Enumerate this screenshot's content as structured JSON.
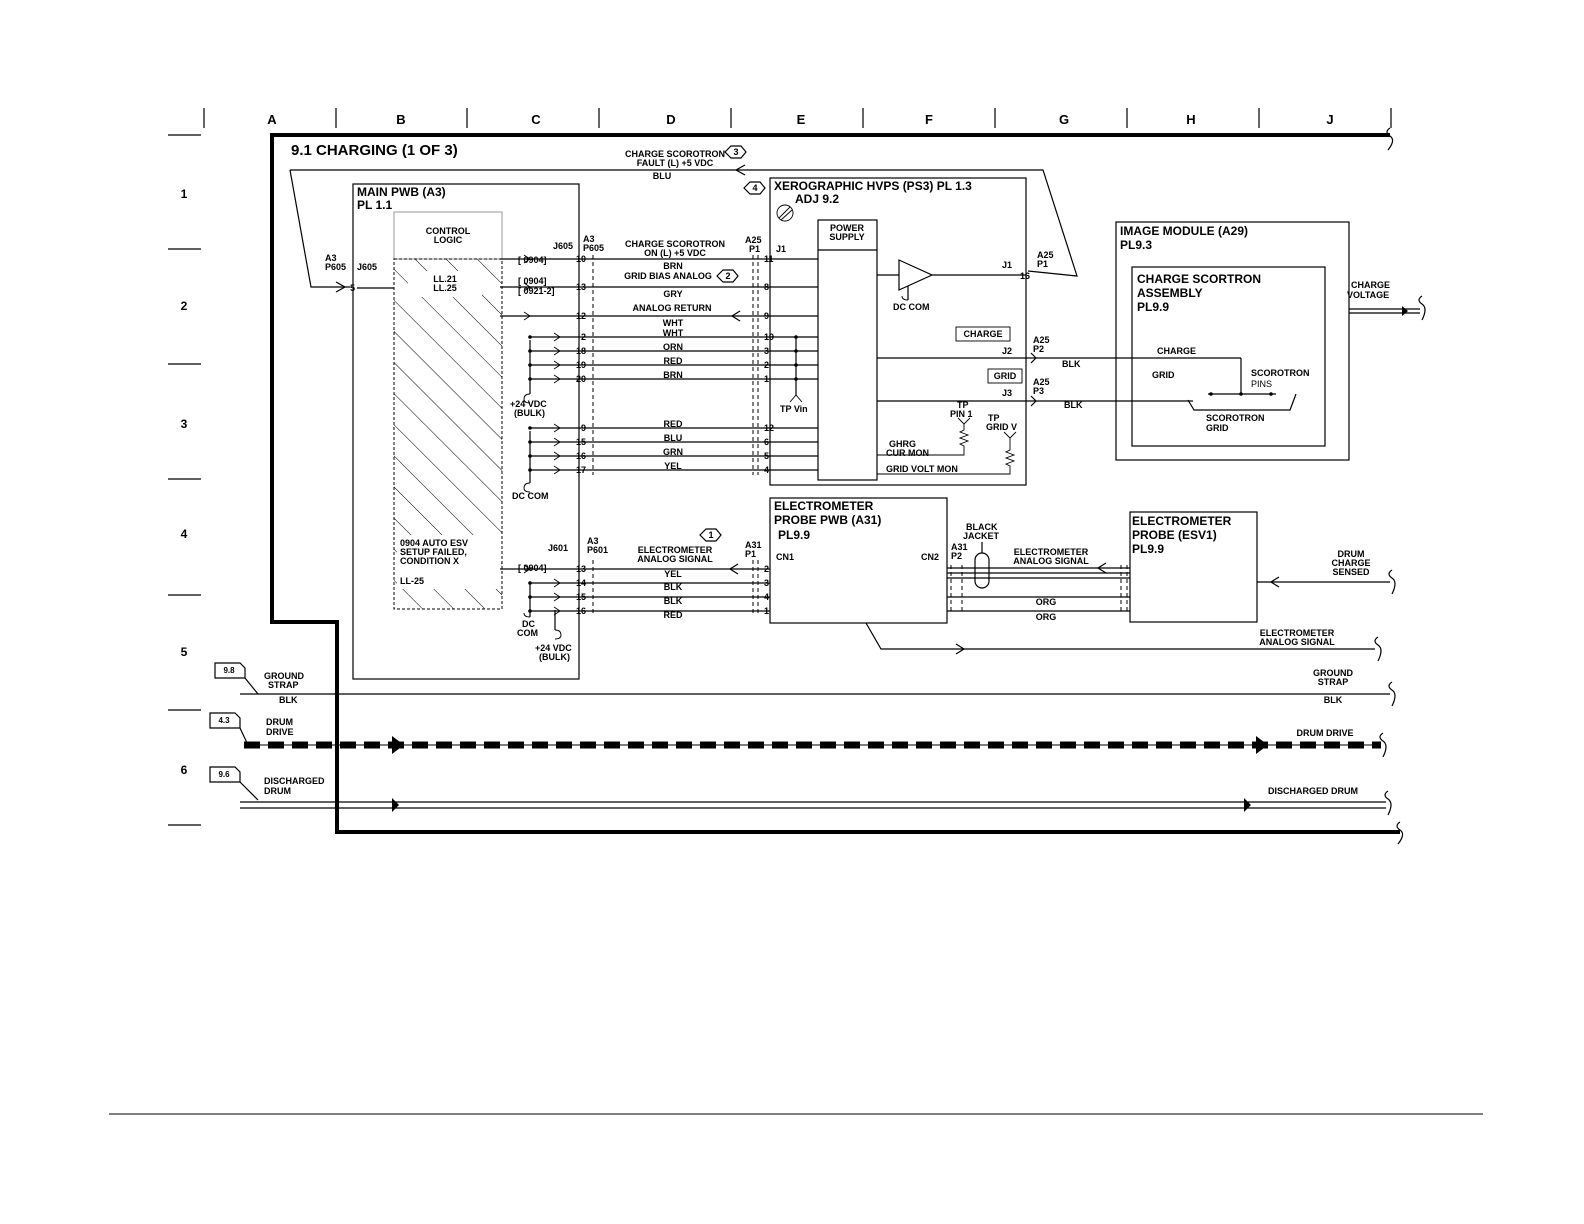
{
  "grid": {
    "columns": [
      "A",
      "B",
      "C",
      "D",
      "E",
      "F",
      "G",
      "H",
      "J"
    ],
    "rows": [
      "1",
      "2",
      "3",
      "4",
      "5",
      "6"
    ]
  },
  "title": "9.1 CHARGING (1 OF 3)",
  "top_signal": {
    "line1": "CHARGE SCOROTRON",
    "line2": "FAULT (L) +5 VDC",
    "color": "BLU",
    "flag3": "3",
    "flag4": "4"
  },
  "main_pwb": {
    "title": "MAIN PWB (A3)",
    "pl": "PL 1.1",
    "control_logic_1": "CONTROL",
    "control_logic_2": "LOGIC",
    "ll_1": "LL.21",
    "ll_2": "LL.25",
    "fault_1": "0904 AUTO ESV",
    "fault_2": "SETUP FAILED,",
    "fault_3": "CONDITION X",
    "fault_4": "LL-25",
    "a3": "A3",
    "p605": "P605",
    "j605": "J605",
    "pin5": "5"
  },
  "connector_a": {
    "j605": "J605",
    "a3": "A3",
    "p605": "P605",
    "ref_0904_a": "[ 0904]",
    "ref_0904_b": "[ 0904]",
    "ref_0921": "[ 0921-2]",
    "pins": [
      "10",
      "13",
      "12",
      "2",
      "18",
      "19",
      "20",
      "9",
      "15",
      "16",
      "17"
    ]
  },
  "wires_a": [
    {
      "label": "CHARGE SCOROTRON",
      "label2": "ON (L) +5 VDC",
      "color": "BRN"
    },
    {
      "label": "GRID BIAS ANALOG",
      "color": "GRY",
      "flag": "2"
    },
    {
      "label": "ANALOG RETURN",
      "color": "WHT"
    },
    {
      "color": "WHT"
    },
    {
      "color": "ORN"
    },
    {
      "color": "RED"
    },
    {
      "color": "BRN"
    },
    {
      "color": "RED"
    },
    {
      "color": "BLU"
    },
    {
      "color": "GRN"
    },
    {
      "color": "YEL"
    }
  ],
  "supply_24v_a": {
    "line1": "+24 VDC",
    "line2": "(BULK)"
  },
  "dc_com_a": "DC COM",
  "hvps": {
    "title": "XEROGRAPHIC HVPS (PS3) PL 1.3",
    "adj": "ADJ 9.2",
    "a25": "A25",
    "p1": "P1",
    "j1": "J1",
    "pins": [
      "11",
      "8",
      "9",
      "19",
      "3",
      "2",
      "1",
      "12",
      "6",
      "5",
      "4"
    ],
    "power_supply_1": "POWER",
    "power_supply_2": "SUPPLY",
    "dc_com": "DC COM",
    "tp_vin": "TP Vin",
    "charge": "CHARGE",
    "grid": "GRID",
    "j2": "J2",
    "j3": "J3",
    "j1_out": "J1",
    "pin16": "16",
    "a25_p1_out": "A25",
    "p1_out": "P1",
    "a25_p2": "A25",
    "p2": "P2",
    "a25_p3": "A25",
    "p3": "P3",
    "tp_pin1_1": "TP",
    "tp_pin1_2": "PIN 1",
    "tp_grid_1": "TP",
    "tp_grid_2": "GRID V",
    "ghrg_1": "GHRG",
    "ghrg_2": "CUR MON",
    "grid_volt": "GRID VOLT MON",
    "blk_1": "BLK",
    "blk_2": "BLK"
  },
  "image_module": {
    "title": "IMAGE MODULE (A29)",
    "pl": "PL9.3",
    "sub_title_1": "CHARGE SCORTRON",
    "sub_title_2": "ASSEMBLY",
    "sub_pl": "PL9.9",
    "charge": "CHARGE",
    "grid": "GRID",
    "scorotron": "SCOROTRON",
    "pins": "PINS",
    "scor_grid_1": "SCOROTRON",
    "scor_grid_2": "GRID",
    "out_1": "CHARGE",
    "out_2": "VOLTAGE"
  },
  "connector_b": {
    "j601": "J601",
    "a3": "A3",
    "p601": "P601",
    "ref": "[ 0904]",
    "pins": [
      "13",
      "14",
      "15",
      "16"
    ]
  },
  "wires_b": [
    {
      "label": "ELECTROMETER",
      "label2": "ANALOG SIGNAL",
      "color": "YEL",
      "flag": "1"
    },
    {
      "color": "BLK"
    },
    {
      "color": "BLK"
    },
    {
      "color": "RED"
    }
  ],
  "dc_com_b_1": "DC",
  "dc_com_b_2": "COM",
  "supply_24v_b": {
    "line1": "+24 VDC",
    "line2": "(BULK)"
  },
  "probe_pwb": {
    "title_1": "ELECTROMETER",
    "title_2": "PROBE PWB (A31)",
    "pl": "PL9.9",
    "a31": "A31",
    "p1": "P1",
    "cn1": "CN1",
    "pins": [
      "2",
      "3",
      "4",
      "1"
    ],
    "cn2": "CN2",
    "a31_p2": "A31",
    "p2": "P2"
  },
  "black_jacket_1": "BLACK",
  "black_jacket_2": "JACKET",
  "esv_signal_1": "ELECTROMETER",
  "esv_signal_2": "ANALOG SIGNAL",
  "org_1": "ORG",
  "org_2": "ORG",
  "probe_esv": {
    "title_1": "ELECTROMETER",
    "title_2": "PROBE (ESV1)",
    "pl": "PL9.9"
  },
  "drum_charge": {
    "line1": "DRUM",
    "line2": "CHARGE",
    "line3": "SENSED"
  },
  "elec_out": {
    "line1": "ELECTROMETER",
    "line2": "ANALOG SIGNAL"
  },
  "ground": {
    "ref": "9.8",
    "line1": "GROUND",
    "line2": "STRAP",
    "color": "BLK",
    "out1": "GROUND",
    "out2": "STRAP",
    "out_color": "BLK"
  },
  "drum_drive": {
    "ref": "4.3",
    "line1": "DRUM",
    "line2": "DRIVE",
    "out": "DRUM DRIVE"
  },
  "discharged": {
    "ref": "9.6",
    "line1": "DISCHARGED",
    "line2": "DRUM",
    "out": "DISCHARGED DRUM"
  }
}
